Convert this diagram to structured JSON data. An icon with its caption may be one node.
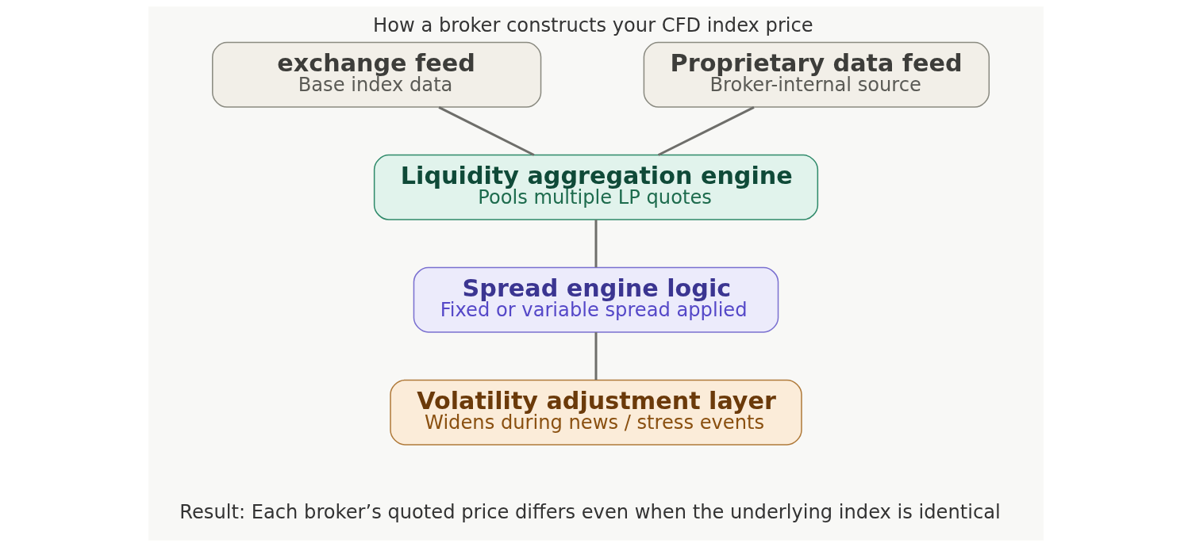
{
  "diagram": {
    "title": "How a broker constructs your CFD index price",
    "caption": "Result: Each broker’s quoted price differs even when the underlying index is identical",
    "nodes": [
      {
        "text": [
          "exchange feed",
          "Base index data"
        ]
      },
      {
        "text": [
          "Proprietary data feed",
          "Broker-internal source"
        ]
      },
      {
        "text": [
          "Liquidity aggregation engine",
          "Pools multiple LP quotes"
        ]
      },
      {
        "text": [
          "Spread engine logic",
          "Fixed or variable spread applied"
        ]
      },
      {
        "text": [
          "Volatility adjustment layer",
          "Widens during news / stress events"
        ]
      }
    ],
    "edges": [
      {
        "from": 0,
        "to": 2,
        "arrow": "none"
      },
      {
        "from": 1,
        "to": 2,
        "arrow": "none"
      },
      {
        "from": 2,
        "to": 3,
        "arrow": "none"
      },
      {
        "from": 3,
        "to": 4,
        "arrow": "none"
      }
    ]
  }
}
